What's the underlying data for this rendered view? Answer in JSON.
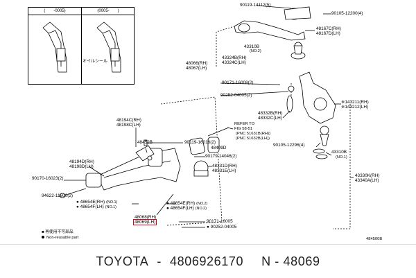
{
  "inset": {
    "left_header": "(　　-0005)",
    "right_header": "(0005-　　)",
    "oil_seal_label": "オイルシール"
  },
  "parts": [
    {
      "id": "p1",
      "text": "90119-14112(5)"
    },
    {
      "id": "p2",
      "text": "90105-12200(4)"
    },
    {
      "id": "p3",
      "text": "48167C(RH)"
    },
    {
      "id": "p4",
      "text": "48167D(LH)"
    },
    {
      "id": "p5",
      "text": "43310B"
    },
    {
      "id": "p6",
      "text": "(NO.2)"
    },
    {
      "id": "p7",
      "text": "48066(RH)"
    },
    {
      "id": "p8",
      "text": "48067(LH)"
    },
    {
      "id": "p9",
      "text": "43324B(RH)"
    },
    {
      "id": "p10",
      "text": "43324C(LH)"
    },
    {
      "id": "p11",
      "text": "90171-16008(2)"
    },
    {
      "id": "p12",
      "text": "90252-04005(2)"
    },
    {
      "id": "p13",
      "text": "※143211(RH)"
    },
    {
      "id": "p14",
      "text": "※143212(LH)"
    },
    {
      "id": "p15",
      "text": "48332B(RH)"
    },
    {
      "id": "p16",
      "text": "48332C(LH)"
    },
    {
      "id": "p17",
      "text": "48194C(RH)"
    },
    {
      "id": "p18",
      "text": "48198C(LH)"
    },
    {
      "id": "p19",
      "text": "48452B"
    },
    {
      "id": "p20",
      "text": "90119-16016(2)"
    },
    {
      "id": "p21",
      "text": "48409D"
    },
    {
      "id": "p22",
      "text": "90105-12296(4)"
    },
    {
      "id": "p23",
      "text": "43310B"
    },
    {
      "id": "p24",
      "text": "(NO.1)"
    },
    {
      "id": "p25",
      "text": "48194D(RH)"
    },
    {
      "id": "p26",
      "text": "48198D(LH)"
    },
    {
      "id": "p27",
      "text": "90179-14046(2)"
    },
    {
      "id": "p28",
      "text": "48331D(RH)"
    },
    {
      "id": "p29",
      "text": "48331E(LH)"
    },
    {
      "id": "p30",
      "text": "90170-16023(2)"
    },
    {
      "id": "p31",
      "text": "94622-11600(2)"
    },
    {
      "id": "p32",
      "text": "48654E(RH)"
    },
    {
      "id": "p33",
      "text": "(NO.1)"
    },
    {
      "id": "p34",
      "text": "48654F(LH)"
    },
    {
      "id": "p35",
      "text": "(NO.1)"
    },
    {
      "id": "p36",
      "text": "48654E(RH)"
    },
    {
      "id": "p37",
      "text": "(NO.2)"
    },
    {
      "id": "p38",
      "text": "48654F(LH)"
    },
    {
      "id": "p39",
      "text": "(NO.2)"
    },
    {
      "id": "p40",
      "text": "48068(RH)"
    },
    {
      "id": "p41",
      "text": "48069(LH)"
    },
    {
      "id": "p42",
      "text": "43330K(RH)"
    },
    {
      "id": "p43",
      "text": "43340A(LH)"
    },
    {
      "id": "p44",
      "text": "90171-16005"
    },
    {
      "id": "p45",
      "text": "90252-04005"
    }
  ],
  "reference": {
    "line1": "REFER TO",
    "line2": "FIG 58-51",
    "line3": "(PNC 51631B(RH))",
    "line4": "(PNC 51632B(LH))"
  },
  "legend": {
    "line1": "■ 再使用不可部品",
    "line2": "Non-reusable part"
  },
  "catalog_code": "484500B",
  "footer": {
    "brand": "TOYOTA",
    "sep1": "-",
    "part_number": "4806926170",
    "code": "N - 48069"
  }
}
